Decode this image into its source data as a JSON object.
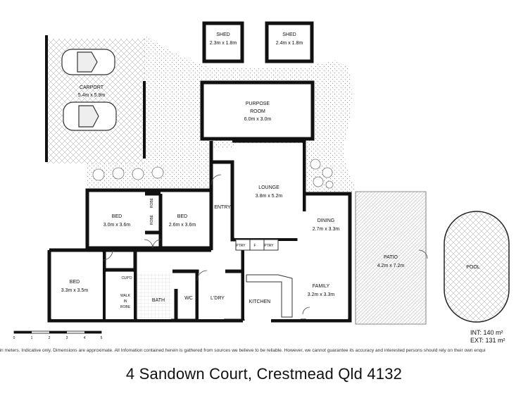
{
  "rooms": [
    {
      "name": "SHED",
      "size": "2.3m x 1.8m"
    },
    {
      "name": "SHED",
      "size": "2.4m x 1.8m"
    },
    {
      "name": "CARPORT",
      "size": "5.4m x 5.9m"
    },
    {
      "name": "PURPOSE ROOM",
      "size": "6.0m x 3.0m"
    },
    {
      "name": "LOUNGE",
      "size": "3.8m x 5.2m"
    },
    {
      "name": "BED",
      "size": "3.0m x 3.6m"
    },
    {
      "name": "BED",
      "size": "2.6m x 3.6m"
    },
    {
      "name": "DINING",
      "size": "2.7m x 3.3m"
    },
    {
      "name": "PATIO",
      "size": "4.2m x 7.2m"
    },
    {
      "name": "BED",
      "size": "3.3m x 3.5m"
    },
    {
      "name": "FAMILY",
      "size": "3.2m x 3.3m"
    }
  ],
  "labels": {
    "entry": "ENTRY",
    "robe": "ROBE",
    "cupd": "CUP'D",
    "walk_in_robe_1": "WALK",
    "walk_in_robe_2": "IN",
    "walk_in_robe_3": "ROBE",
    "bath": "BATH",
    "wc": "WC",
    "ldry": "L'DRY",
    "kitchen": "KITCHEN",
    "pool": "POOL",
    "pantry": "PTRY",
    "fridge": "F",
    "purpose_line1": "PURPOSE",
    "purpose_line2": "ROOM"
  },
  "scale": {
    "ticks": [
      "0",
      "1",
      "2",
      "3",
      "4",
      "5"
    ]
  },
  "area": {
    "internal": "INT: 140 m²",
    "external": "EXT: 131 m²"
  },
  "disclaimer": "e in meters. Indicative only. Dimensions are approximate. All Infomation contained herein is gathered from sources we believe to be reliable. However, we cannot guarantee its accuracy and interested persons should rely on their own enqui",
  "address": "4 Sandown Court, Crestmead Qld 4132"
}
